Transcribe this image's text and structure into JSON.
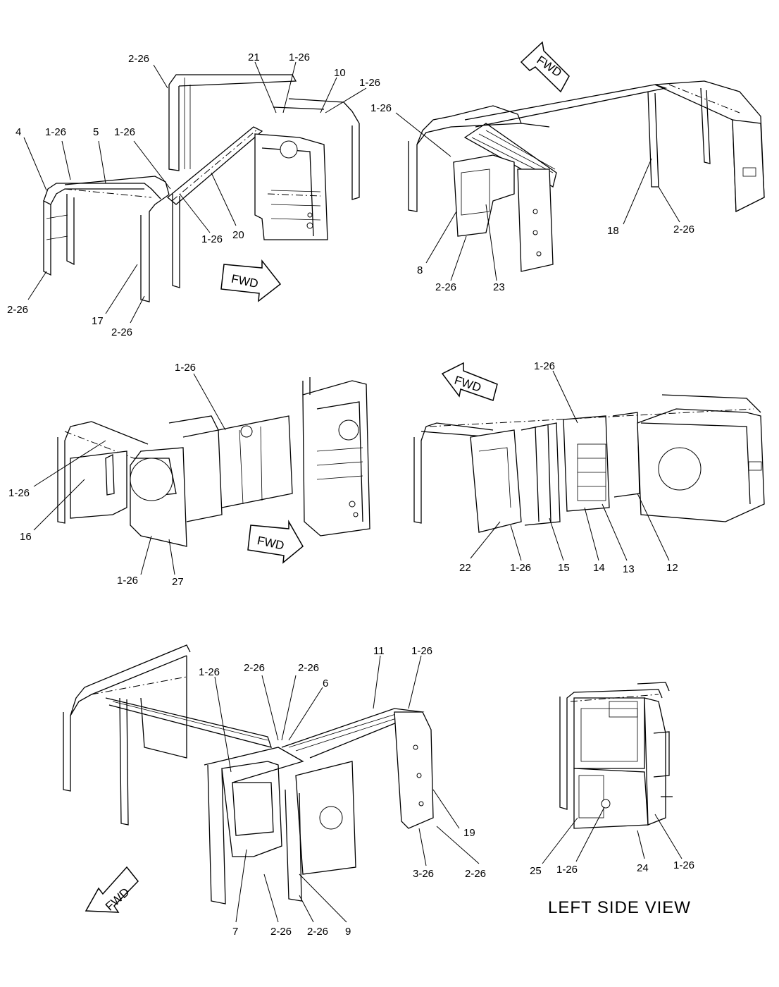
{
  "caption": "LEFT SIDE VIEW",
  "fwd_label": "FWD",
  "callouts": {
    "v1": [
      "2-26",
      "21",
      "1-26",
      "10",
      "1-26",
      "4",
      "1-26",
      "5",
      "1-26",
      "20",
      "1-26",
      "2-26",
      "17",
      "2-26"
    ],
    "v2": [
      "1-26",
      "18",
      "2-26",
      "8",
      "2-26",
      "23"
    ],
    "v3": [
      "1-26",
      "1-26",
      "16",
      "1-26",
      "27"
    ],
    "v4": [
      "1-26",
      "22",
      "1-26",
      "15",
      "14",
      "13",
      "12"
    ],
    "v5": [
      "11",
      "1-26",
      "1-26",
      "2-26",
      "2-26",
      "6",
      "19",
      "3-26",
      "2-26",
      "7",
      "2-26",
      "2-26",
      "9"
    ],
    "v6": [
      "25",
      "1-26",
      "24",
      "1-26"
    ]
  }
}
